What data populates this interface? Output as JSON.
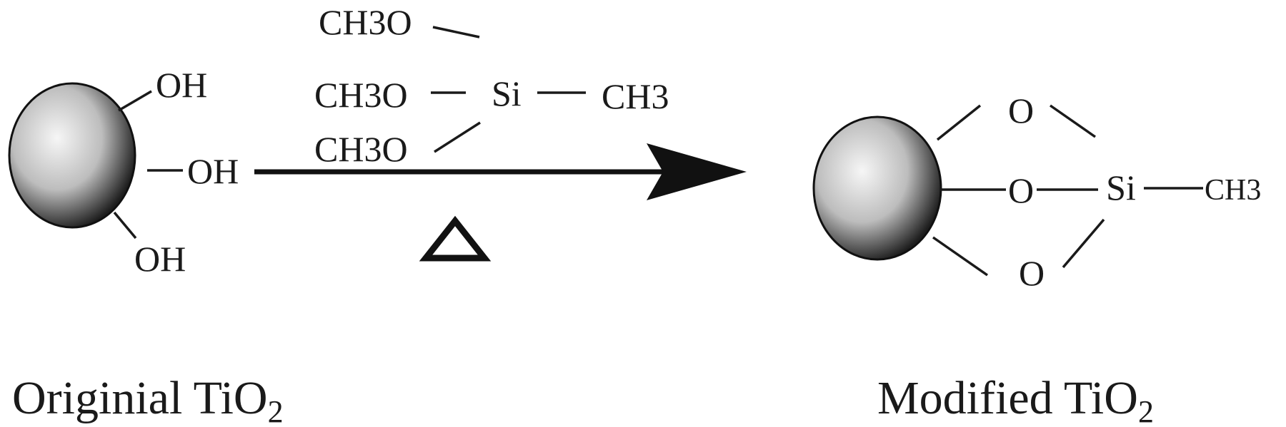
{
  "reactant": {
    "label": "Originial TiO",
    "label_subscript": "2",
    "groups": [
      "OH",
      "OH",
      "OH"
    ]
  },
  "reagent": {
    "methoxy": [
      "CH3O",
      "CH3O",
      "CH3O"
    ],
    "silicon": "Si",
    "methyl": "CH3"
  },
  "condition": "Δ",
  "product": {
    "label": "Modified TiO",
    "label_subscript": "2",
    "oxygens": [
      "O",
      "O",
      "O"
    ],
    "silicon": "Si",
    "methyl": "CH3"
  },
  "colors": {
    "ink": "#1a1a1a",
    "sphere_light": "#f4f4f4",
    "sphere_dark": "#1e1e1e"
  }
}
